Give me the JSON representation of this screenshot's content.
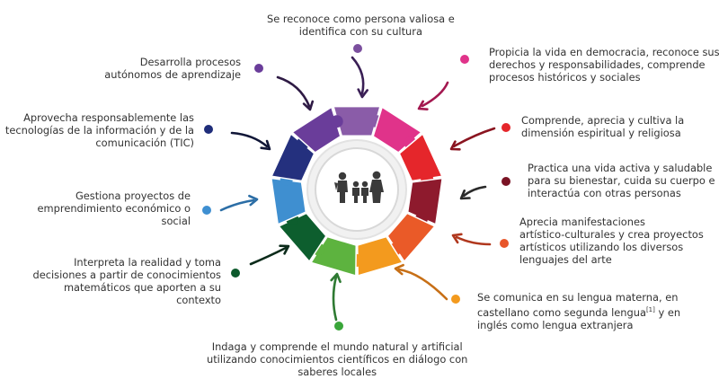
{
  "outcomes": [
    {
      "id": "top",
      "lines": [
        "Se reconoce como persona valiosa e",
        "identifica con su cultura"
      ],
      "color": "#7b4f9e"
    },
    {
      "id": "democracia",
      "lines": [
        "Propicia la vida en democracia, reconoce sus",
        "derechos y responsabilidades, comprende",
        "procesos históricos y sociales"
      ],
      "color": "#e0338a"
    },
    {
      "id": "espiritual",
      "lines": [
        "Comprende, aprecia y cultiva la",
        "dimensión espiritual y religiosa"
      ],
      "color": "#e5262b"
    },
    {
      "id": "vida-activa",
      "lines": [
        "Practica una vida activa y saludable",
        "para su bienestar, cuida su cuerpo e",
        "interactúa con otras personas"
      ],
      "color": "#7a1324"
    },
    {
      "id": "arte",
      "lines": [
        "Aprecia manifestaciones",
        "artístico-culturales y crea proyectos",
        "artísticos utilizando los diversos",
        "lenguajes del arte"
      ],
      "color": "#e8562a"
    },
    {
      "id": "lengua",
      "lines": [
        "Se comunica en su lengua materna, en",
        "castellano como segunda lengua",
        "y en",
        "inglés como lengua extranjera"
      ],
      "sup": "[1]",
      "color": "#f39a1e"
    },
    {
      "id": "ciencia",
      "lines": [
        "Indaga y comprende el mundo natural y artificial",
        "utilizando conocimientos científicos en diálogo con",
        "saberes locales"
      ],
      "color": "#3aa63a"
    },
    {
      "id": "matematica",
      "lines": [
        "Interpreta la realidad y toma",
        "decisiones a partir de conocimientos",
        "matemáticos que aporten a su",
        "contexto"
      ],
      "color": "#0c5a2c"
    },
    {
      "id": "emprendimiento",
      "lines": [
        "Gestiona proyectos de",
        "emprendimiento económico o",
        "social"
      ],
      "color": "#3e8fd1"
    },
    {
      "id": "tic",
      "lines": [
        "Aprovecha responsablemente las",
        "tecnologías de la información y de la",
        "comunicación (TIC)"
      ],
      "color": "#1f2d7a"
    },
    {
      "id": "autonomos",
      "lines": [
        "Desarrolla procesos",
        "autónomos de aprendizaje"
      ],
      "color": "#6a3d9a"
    }
  ],
  "ring_colors": [
    "#8a5ca8",
    "#e0338a",
    "#e5262b",
    "#8e1a2d",
    "#ea5a28",
    "#f39a1e",
    "#5db33f",
    "#0d5e2e",
    "#3f8fd0",
    "#24307e",
    "#6a3d9a"
  ]
}
